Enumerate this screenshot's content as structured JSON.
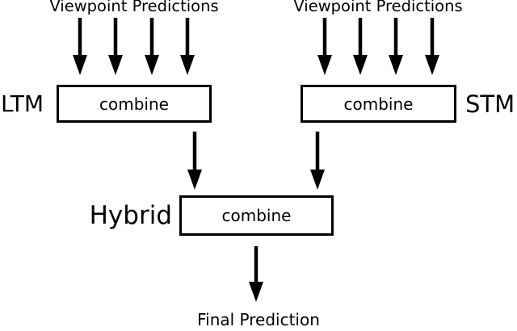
{
  "palette": {
    "ink": "#000000",
    "background": "#ffffff"
  },
  "icons": {
    "flow_arrow": "arrow-down"
  },
  "diagram": {
    "ltm": {
      "title": "Viewpoint Predictions",
      "side_label": "LTM",
      "box_label": "combine",
      "input_arrow_count": 4
    },
    "stm": {
      "title": "Viewpoint Predictions",
      "side_label": "STM",
      "box_label": "combine",
      "input_arrow_count": 4
    },
    "hybrid": {
      "side_label": "Hybrid",
      "box_label": "combine",
      "input_arrow_count": 2
    },
    "final_label": "Final Prediction"
  }
}
